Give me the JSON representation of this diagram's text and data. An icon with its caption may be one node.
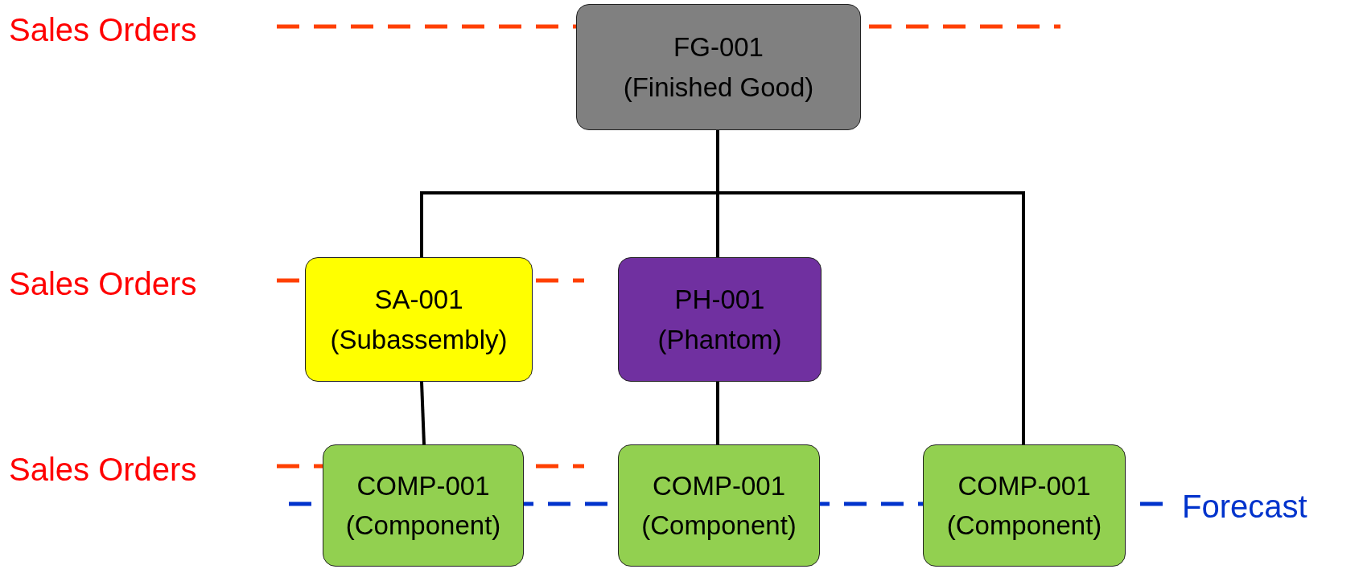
{
  "diagram": {
    "nodes": [
      {
        "text": [
          "FG-001",
          "(Finished Good)"
        ]
      },
      {
        "text": [
          "SA-001",
          "(Subassembly)"
        ]
      },
      {
        "text": [
          "PH-001",
          "(Phantom)"
        ]
      },
      {
        "text": [
          "COMP-001",
          "(Component)"
        ]
      },
      {
        "text": [
          "COMP-001",
          "(Component)"
        ]
      },
      {
        "text": [
          "COMP-001",
          "(Component)"
        ]
      }
    ],
    "edges": [
      {
        "from": 0,
        "to": 1,
        "arrow": "none"
      },
      {
        "from": 0,
        "to": 2,
        "arrow": "none"
      },
      {
        "from": 0,
        "to": 5,
        "arrow": "none"
      },
      {
        "from": 1,
        "to": 3,
        "arrow": "none"
      },
      {
        "from": 2,
        "to": 4,
        "arrow": "none"
      }
    ],
    "labels": [
      "Sales Orders",
      "Sales Orders",
      "Sales Orders",
      "Forecast"
    ]
  }
}
